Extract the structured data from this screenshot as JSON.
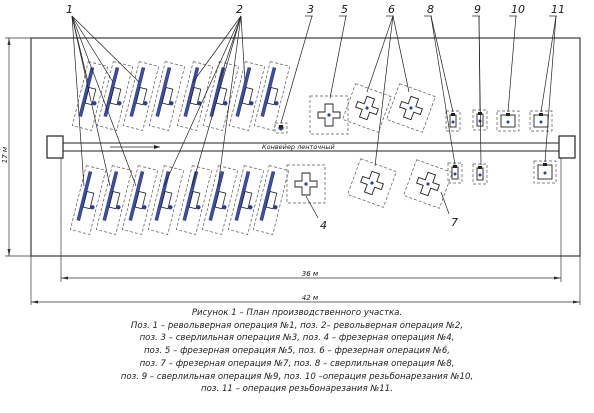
{
  "callouts": [
    "1",
    "2",
    "3",
    "4",
    "5",
    "6",
    "7",
    "8",
    "9",
    "10",
    "11"
  ],
  "conveyor_label": "Конвейер ленточный",
  "dimensions": {
    "height": "17 м",
    "inner_width": "36 м",
    "outer_width": "42 м"
  },
  "caption": {
    "title": "Рисунок 1 – План производственного участка.",
    "lines": [
      "Поз. 1 – револьверная операция №1, поз. 2– револьверная операция №2,",
      "поз. 3 – сверлильная операция №3, поз. 4 – фрезерная операция №4,",
      "поз. 5 – фрезерная операция №5, поз. 6 – фрезерная операция №6,",
      "поз. 7 – фрезерная операция №7, поз. 8 – сверлильная операция №8,",
      "поз. 9 – сверлильная операция №9, поз. 10 –операция резьбонарезания №10,",
      "поз. 11 – операция резьбонарезания №11."
    ]
  }
}
